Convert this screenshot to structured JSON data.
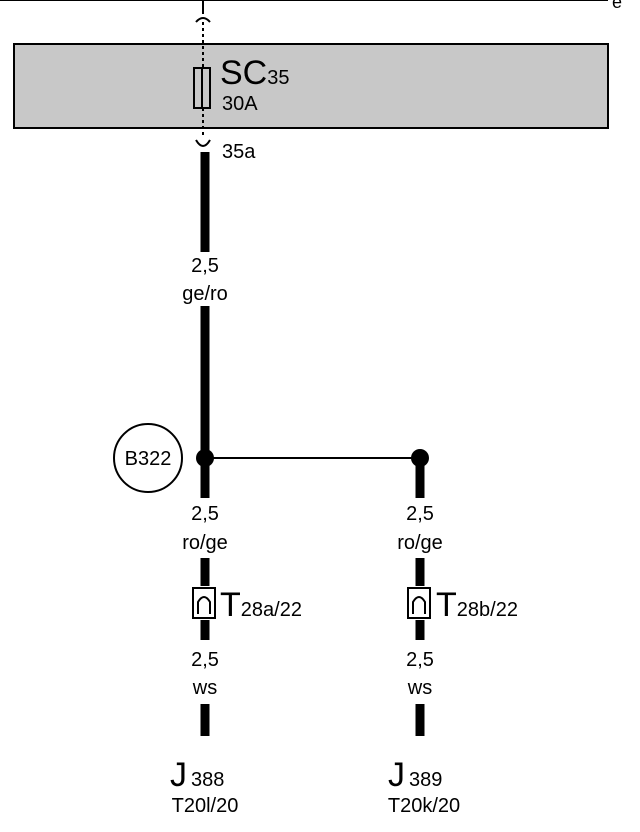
{
  "top_bus_label": "e",
  "fuse": {
    "name": "SC",
    "number": "35",
    "rating": "30A",
    "output_pin": "35a"
  },
  "wire_main": {
    "gauge": "2,5",
    "color": "ge/ro"
  },
  "junction": {
    "label": "B322"
  },
  "left_branch": {
    "wire_upper": {
      "gauge": "2,5",
      "color": "ro/ge"
    },
    "connector": {
      "name": "T",
      "sub": "28a/22"
    },
    "wire_lower": {
      "gauge": "2,5",
      "color": "ws"
    },
    "component": {
      "name": "J",
      "number": "388",
      "pin": "T20l/20"
    }
  },
  "right_branch": {
    "wire_upper": {
      "gauge": "2,5",
      "color": "ro/ge"
    },
    "connector": {
      "name": "T",
      "sub": "28b/22"
    },
    "wire_lower": {
      "gauge": "2,5",
      "color": "ws"
    },
    "component": {
      "name": "J",
      "number": "389",
      "pin": "T20k/20"
    }
  },
  "colors": {
    "fuse_panel": "#c8c8c8",
    "line": "#000000"
  }
}
